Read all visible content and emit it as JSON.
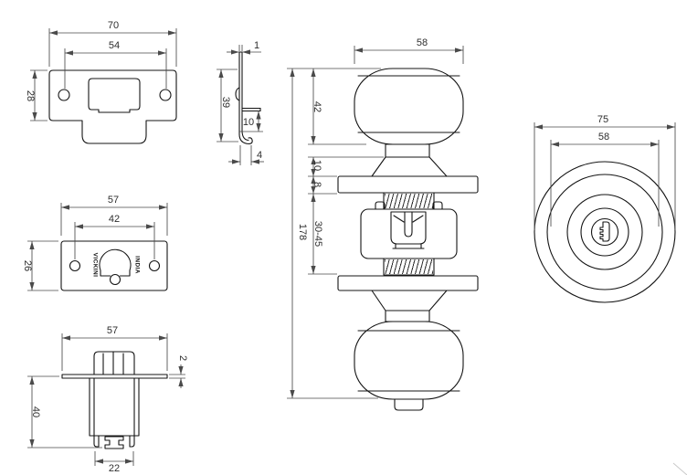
{
  "views": {
    "strike_plate_front": {
      "width": "70",
      "hole_spacing": "54",
      "height": "28"
    },
    "strike_plate_side": {
      "thickness": "1",
      "height": "39",
      "lip_offset": "10",
      "bend": "4"
    },
    "latch_faceplate": {
      "width": "57",
      "hole_spacing": "42",
      "height": "26",
      "brand_left": "VICKINI",
      "brand_right": "INDIA"
    },
    "latch_body": {
      "width": "57",
      "plate_thickness": "2",
      "depth": "40",
      "case_width": "22"
    },
    "knob_assembly": {
      "knob_diameter": "58",
      "knob_height": "42",
      "neck_height": "10",
      "rose_thickness": "8",
      "door_thickness_range": "30-45",
      "overall_length": "178"
    },
    "knob_front": {
      "rose_diameter": "75",
      "knob_diameter": "58"
    }
  }
}
